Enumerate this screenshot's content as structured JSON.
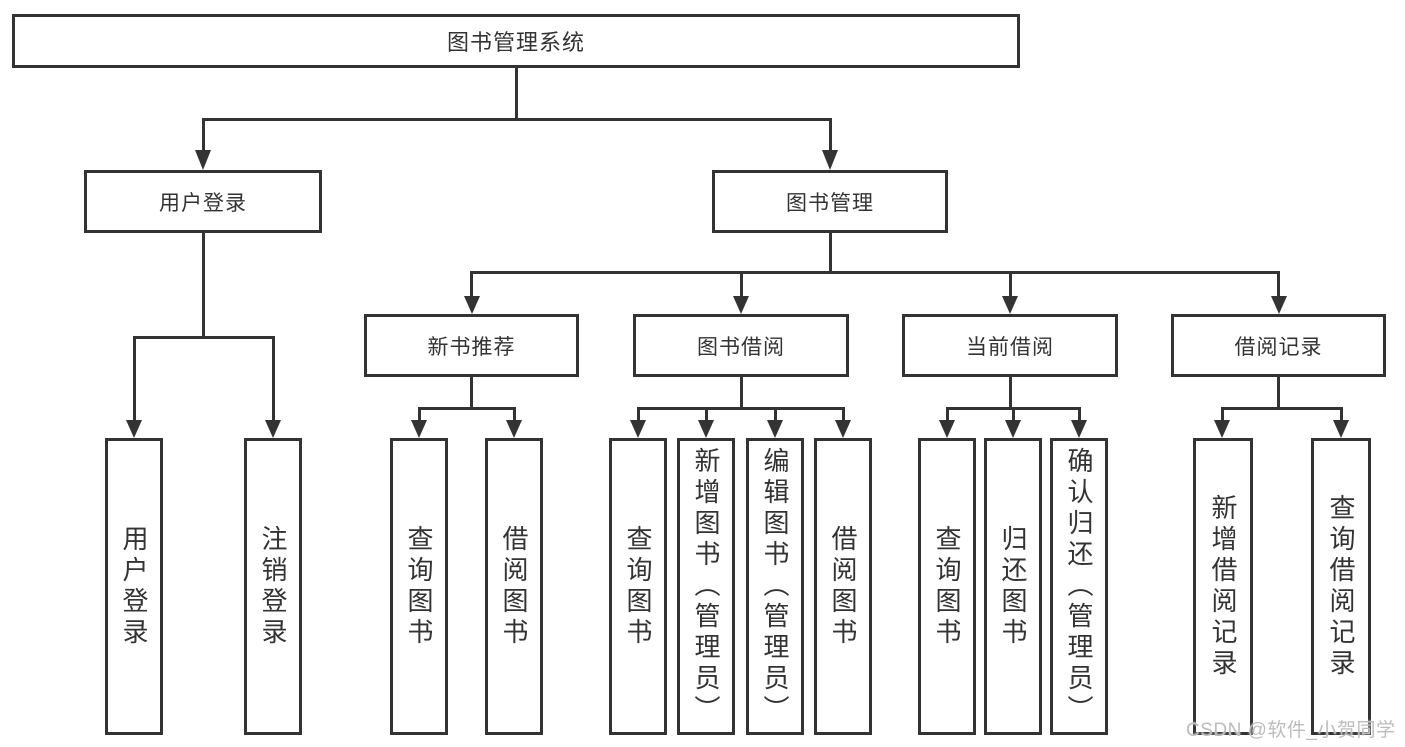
{
  "diagram": {
    "type": "hierarchy-diagram",
    "title": "图书管理系统",
    "watermark": "CSDN @软件_小贺同学",
    "colors": {
      "line": "#333333",
      "text": "#333333",
      "background": "#ffffff",
      "watermark": "#bcbcbc"
    },
    "nodes": {
      "root": "图书管理系统",
      "user_login": "用户登录",
      "book_mgmt": "图书管理",
      "new_book_rec": "新书推荐",
      "book_borrow": "图书借阅",
      "current_borrow": "当前借阅",
      "borrow_records": "借阅记录",
      "leaf_user_login": "用户登录",
      "leaf_logout": "注销登录",
      "leaf_query_book_rec": "查询图书",
      "leaf_borrow_book_rec": "借阅图书",
      "leaf_query_book_borrow": "查询图书",
      "leaf_add_book": "新增图书（管理员）",
      "leaf_edit_book": "编辑图书（管理员）",
      "leaf_borrow_book": "借阅图书",
      "leaf_query_book_current": "查询图书",
      "leaf_return_book": "归还图书",
      "leaf_confirm_return": "确认归还（管理员）",
      "leaf_add_borrow_record": "新增借阅记录",
      "leaf_query_borrow_record": "查询借阅记录"
    },
    "hierarchy": {
      "图书管理系统": {
        "用户登录": [
          "用户登录",
          "注销登录"
        ],
        "图书管理": {
          "新书推荐": [
            "查询图书",
            "借阅图书"
          ],
          "图书借阅": [
            "查询图书",
            "新增图书（管理员）",
            "编辑图书（管理员）",
            "借阅图书"
          ],
          "当前借阅": [
            "查询图书",
            "归还图书",
            "确认归还（管理员）"
          ],
          "借阅记录": [
            "新增借阅记录",
            "查询借阅记录"
          ]
        }
      }
    }
  }
}
